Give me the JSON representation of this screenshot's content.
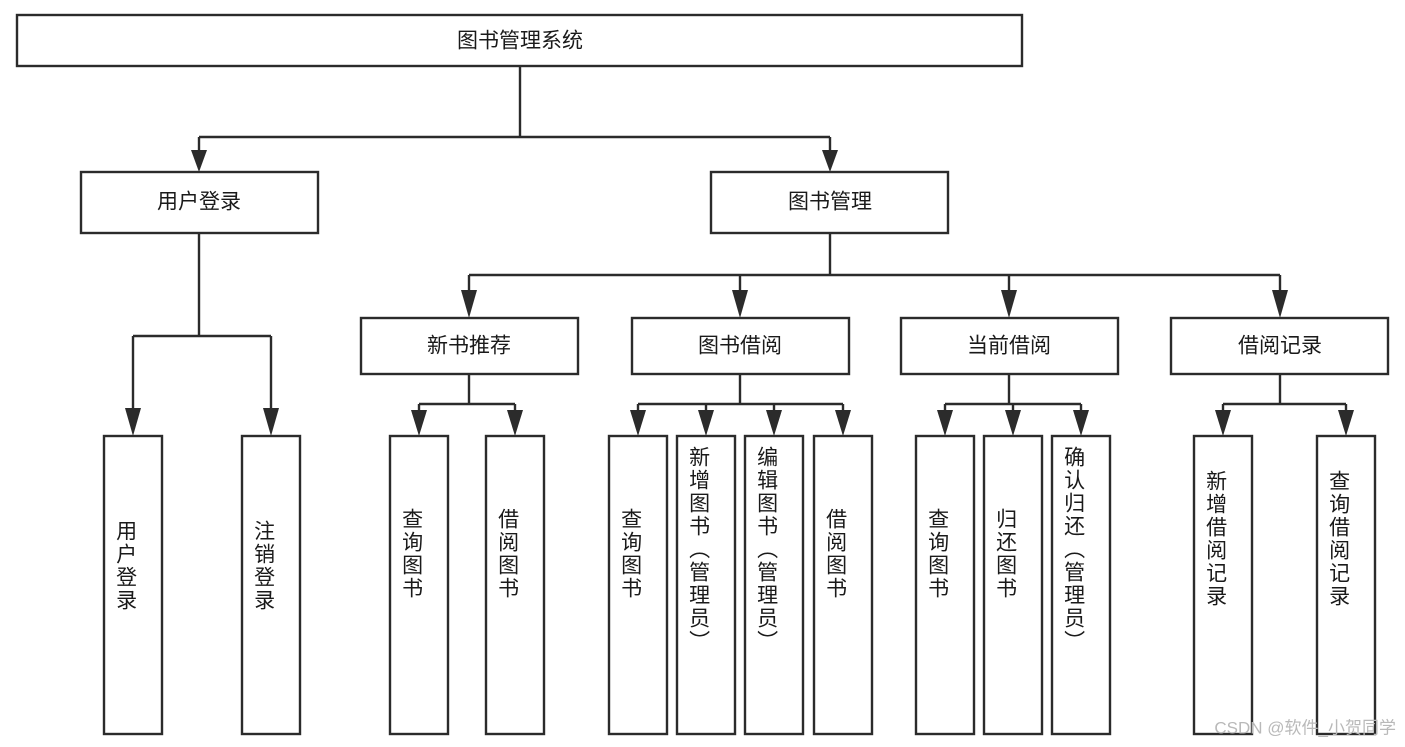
{
  "diagram": {
    "type": "tree-hierarchy-chart",
    "title_text": "图书管理系统",
    "colors": {
      "background": "#ffffff",
      "box_fill": "#ffffff",
      "box_stroke": "#2b2b2b",
      "text": "#1a1a1a",
      "watermark": "#b9b9b9"
    },
    "levels": {
      "root": {
        "id": "root",
        "label": "图书管理系统",
        "orientation": "horizontal"
      },
      "level2": [
        {
          "id": "user-login",
          "label": "用户登录",
          "orientation": "horizontal"
        },
        {
          "id": "book-management",
          "label": "图书管理",
          "orientation": "horizontal"
        }
      ],
      "level3": [
        {
          "id": "new-book-recommend",
          "label": "新书推荐",
          "orientation": "horizontal",
          "parent": "book-management"
        },
        {
          "id": "book-borrow",
          "label": "图书借阅",
          "orientation": "horizontal",
          "parent": "book-management"
        },
        {
          "id": "current-borrow",
          "label": "当前借阅",
          "orientation": "horizontal",
          "parent": "book-management"
        },
        {
          "id": "borrow-record",
          "label": "借阅记录",
          "orientation": "horizontal",
          "parent": "book-management"
        }
      ],
      "leaves": [
        {
          "id": "leaf-user-login",
          "label": "用户登录",
          "orientation": "vertical",
          "parent": "user-login"
        },
        {
          "id": "leaf-logout-login",
          "label": "注销登录",
          "orientation": "vertical",
          "parent": "user-login"
        },
        {
          "id": "leaf-query-book-1",
          "label": "查询图书",
          "orientation": "vertical",
          "parent": "new-book-recommend"
        },
        {
          "id": "leaf-borrow-book-1",
          "label": "借阅图书",
          "orientation": "vertical",
          "parent": "new-book-recommend"
        },
        {
          "id": "leaf-query-book-2",
          "label": "查询图书",
          "orientation": "vertical",
          "parent": "book-borrow"
        },
        {
          "id": "leaf-add-book",
          "label": "新增图书（管理员）",
          "orientation": "vertical",
          "parent": "book-borrow"
        },
        {
          "id": "leaf-edit-book",
          "label": "编辑图书（管理员）",
          "orientation": "vertical",
          "parent": "book-borrow"
        },
        {
          "id": "leaf-borrow-book-2",
          "label": "借阅图书",
          "orientation": "vertical",
          "parent": "book-borrow"
        },
        {
          "id": "leaf-query-book-3",
          "label": "查询图书",
          "orientation": "vertical",
          "parent": "current-borrow"
        },
        {
          "id": "leaf-return-book",
          "label": "归还图书",
          "orientation": "vertical",
          "parent": "current-borrow"
        },
        {
          "id": "leaf-confirm-return",
          "label": "确认归还（管理员）",
          "orientation": "vertical",
          "parent": "current-borrow"
        },
        {
          "id": "leaf-add-borrow-record",
          "label": "新增借阅记录",
          "orientation": "vertical",
          "parent": "borrow-record"
        },
        {
          "id": "leaf-query-borrow-record",
          "label": "查询借阅记录",
          "orientation": "vertical",
          "parent": "borrow-record"
        }
      ]
    },
    "watermark": "CSDN @软件_小贺同学"
  }
}
